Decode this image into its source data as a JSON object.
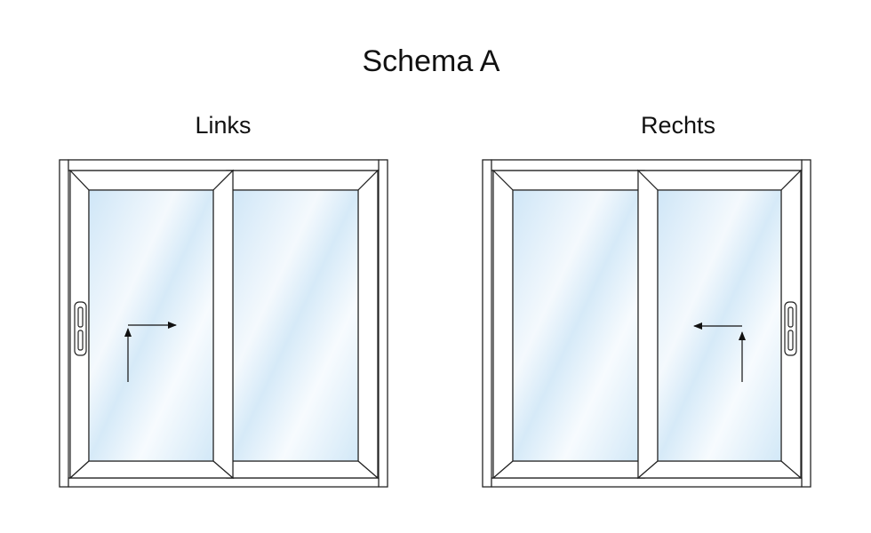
{
  "title": "Schema A",
  "windows": [
    {
      "label": "Links",
      "handle_side": "left",
      "slide_direction": "right"
    },
    {
      "label": "Rechts",
      "handle_side": "right",
      "slide_direction": "left"
    }
  ],
  "colors": {
    "frame_stroke": "#222222",
    "frame_fill": "#ffffff",
    "glass_light": "#ffffff",
    "glass_tint": "#cfe6f7"
  }
}
